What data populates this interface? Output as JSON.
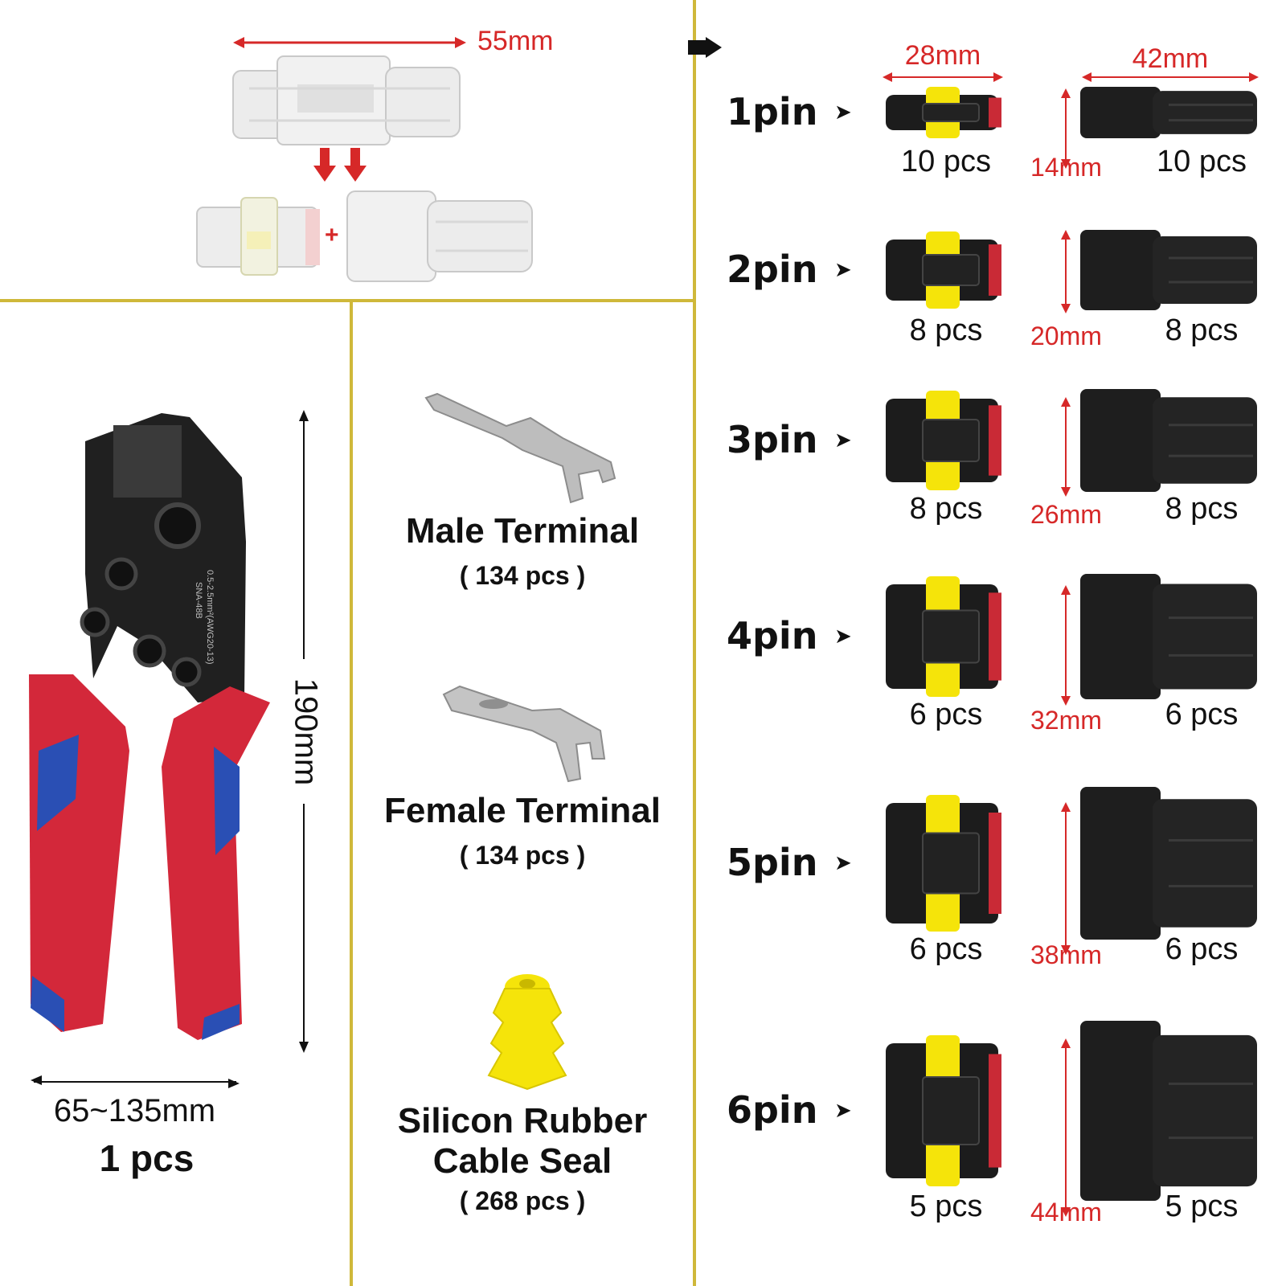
{
  "diagram": {
    "length_label": "55mm",
    "plus_sign": "+"
  },
  "crimper": {
    "height_label": "190mm",
    "width_label": "65~135mm",
    "qty_label": "1 pcs",
    "imprint_spec": "0.5-2.5mm²(AWG20-13)",
    "imprint_model": "SNA-48B"
  },
  "accessories": [
    {
      "name": "Male Terminal",
      "qty": "( 134 pcs )"
    },
    {
      "name": "Female Terminal",
      "qty": "( 134 pcs )"
    },
    {
      "name_line1": "Silicon Rubber",
      "name_line2": "Cable Seal",
      "qty": "( 268 pcs )"
    }
  ],
  "width_headers": {
    "female": "28mm",
    "male": "42mm"
  },
  "connectors": [
    {
      "pin": "1pin",
      "female_qty": "10 pcs",
      "height": "14mm",
      "male_qty": "10 pcs"
    },
    {
      "pin": "2pin",
      "female_qty": "8 pcs",
      "height": "20mm",
      "male_qty": "8 pcs"
    },
    {
      "pin": "3pin",
      "female_qty": "8 pcs",
      "height": "26mm",
      "male_qty": "8 pcs"
    },
    {
      "pin": "4pin",
      "female_qty": "6 pcs",
      "height": "32mm",
      "male_qty": "6 pcs"
    },
    {
      "pin": "5pin",
      "female_qty": "6 pcs",
      "height": "38mm",
      "male_qty": "6 pcs"
    },
    {
      "pin": "6pin",
      "female_qty": "5 pcs",
      "height": "44mm",
      "male_qty": "5 pcs"
    }
  ],
  "colors": {
    "accent_red": "#d62828",
    "divider_gold": "#cfb83a",
    "handle_red": "#d3283a",
    "handle_blue": "#2a4fb4",
    "seal_yellow": "#f5e40a"
  },
  "arrow_glyph": "➤"
}
